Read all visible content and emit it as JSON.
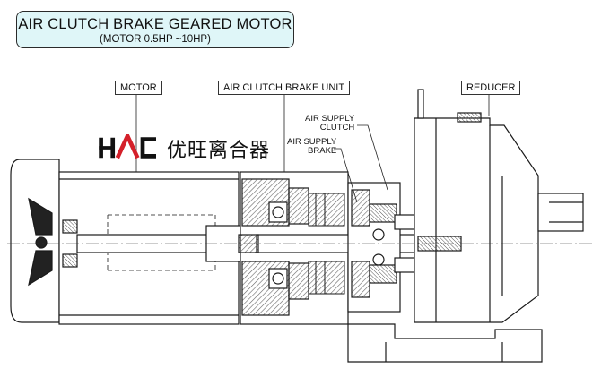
{
  "title": {
    "main": "AIR CLUTCH BRAKE GEARED MOTOR",
    "sub": "(MOTOR 0.5HP ~10HP)"
  },
  "callouts": {
    "motor": "MOTOR",
    "unit": "AIR CLUTCH BRAKE UNIT",
    "reducer": "REDUCER"
  },
  "labels": {
    "air_supply_clutch_line1": "AIR  SUPPLY",
    "air_supply_clutch_line2": "CLUTCH",
    "air_supply_brake_line1": "AIR  SUPPLY",
    "air_supply_brake_line2": "BRAKE"
  },
  "logo": {
    "mark": "HAC",
    "text": "优旺离合器",
    "mark_color": "#111111",
    "accent_color": "#d4202a"
  },
  "colors": {
    "title_bg": "#dff6f8",
    "hatch": "#777777",
    "line": "#1a1a1a"
  }
}
